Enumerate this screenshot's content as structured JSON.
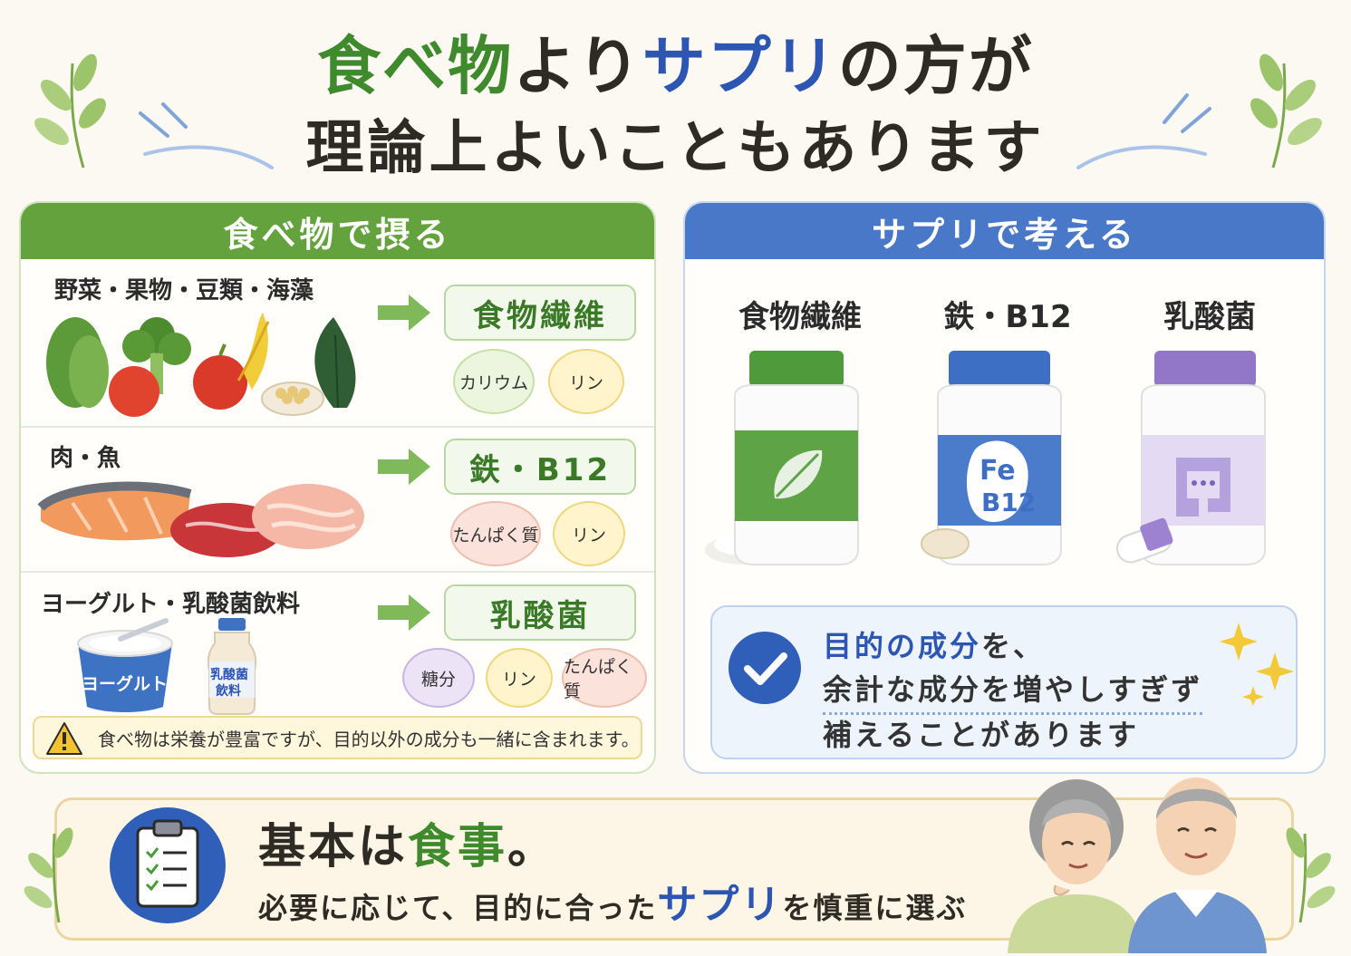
{
  "title": {
    "line1": {
      "food": "食べ物",
      "yori": "より",
      "supp": "サプリ",
      "rest": "の方が"
    },
    "line2": "理論上よいこともあります"
  },
  "left_panel": {
    "heading": "食べ物で摂る",
    "rows": [
      {
        "category": "野菜・果物・豆類・海藻",
        "nutrient": "食物繊維",
        "extras": [
          "カリウム",
          "リン"
        ]
      },
      {
        "category": "肉・魚",
        "nutrient": "鉄・B12",
        "extras": [
          "たんぱく質",
          "リン"
        ]
      },
      {
        "category": "ヨーグルト・乳酸菌飲料",
        "nutrient": "乳酸菌",
        "extras": [
          "糖分",
          "リン",
          "たんぱく質"
        ]
      }
    ],
    "yogurt_label": "ヨーグルト",
    "drink_label_1": "乳酸菌",
    "drink_label_2": "飲料",
    "warning": "食べ物は栄養が豊富ですが、目的以外の成分も一緒に含まれます。"
  },
  "right_panel": {
    "heading": "サプリで考える",
    "supplements": [
      {
        "label": "食物繊維",
        "cap_color": "#4f9a3a",
        "band_color": "#5ea446",
        "icon": "leaf-icon"
      },
      {
        "label": "鉄・B12",
        "cap_color": "#3d6fc4",
        "band_color": "#4a7ccb",
        "icon": "fe-b12-label",
        "text1": "Fe",
        "text2": "B12"
      },
      {
        "label": "乳酸菌",
        "cap_color": "#9277c8",
        "band_color": "#d9cdef",
        "icon": "intestine-icon"
      }
    ],
    "check": {
      "line1": "目的の成分",
      "line1_suffix": "を、",
      "line2": "余計な成分を増やしすぎず",
      "line3": "補えることがあります"
    }
  },
  "bottom": {
    "title_prefix": "基本は",
    "title_highlight": "食事",
    "title_suffix": "。",
    "sub_prefix": "必要に応じて、目的に合った",
    "sub_highlight": "サプリ",
    "sub_suffix": "を慎重に選ぶ"
  },
  "colors": {
    "green": "#3f8a2c",
    "blue": "#2d56b3",
    "green_header": "#64a23e",
    "blue_header": "#4a78c8"
  }
}
